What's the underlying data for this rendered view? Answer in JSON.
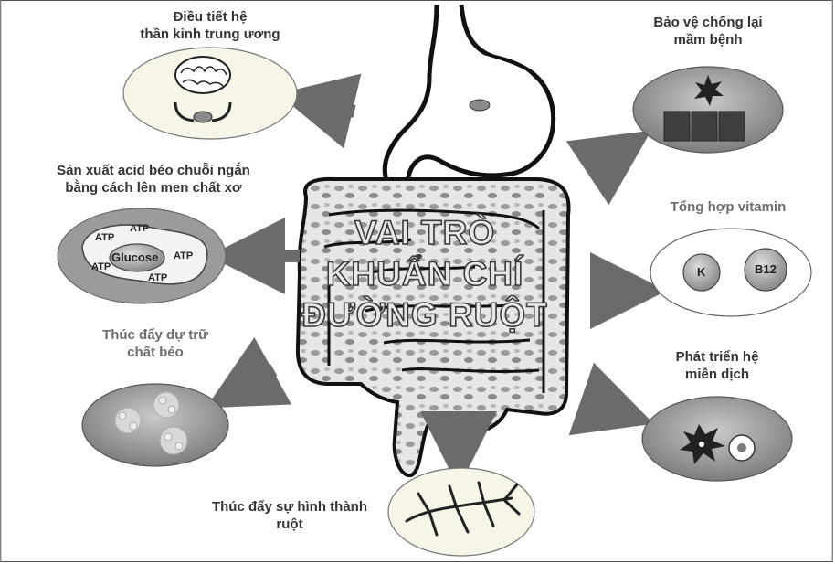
{
  "diagram": {
    "title_lines": [
      "VAI TRÒ",
      "KHUẨN CHÍ",
      "ĐƯỜNG RUỘT"
    ],
    "roles": {
      "cns": {
        "lines": [
          "Điều tiết hệ",
          "thần kinh trung ương"
        ]
      },
      "scfa": {
        "lines": [
          "Sản xuất acid béo chuỗi ngắn",
          "bằng cách lên men chất xơ"
        ],
        "atp_label": "ATP",
        "glucose_label": "Glucose"
      },
      "fat": {
        "lines": [
          "Thúc đẩy dự trữ",
          "chất béo"
        ]
      },
      "gut_formation": {
        "lines": [
          "Thúc đẩy sự hình thành",
          "ruột"
        ]
      },
      "pathogen": {
        "lines": [
          "Bảo vệ chống lại",
          "mầm bệnh"
        ]
      },
      "vitamin": {
        "lines": [
          "Tổng hợp vitamin"
        ],
        "vit_k": "K",
        "vit_b12": "B12"
      },
      "immune": {
        "lines": [
          "Phát triển hệ",
          "miễn dịch"
        ]
      }
    },
    "colors": {
      "ink": "#222222",
      "arrow": "#6b6b6b",
      "ellipse_fill": "#f7f5e8",
      "lens_dark": "#9a9a9a",
      "gut_fill": "#dcdcdc"
    }
  }
}
